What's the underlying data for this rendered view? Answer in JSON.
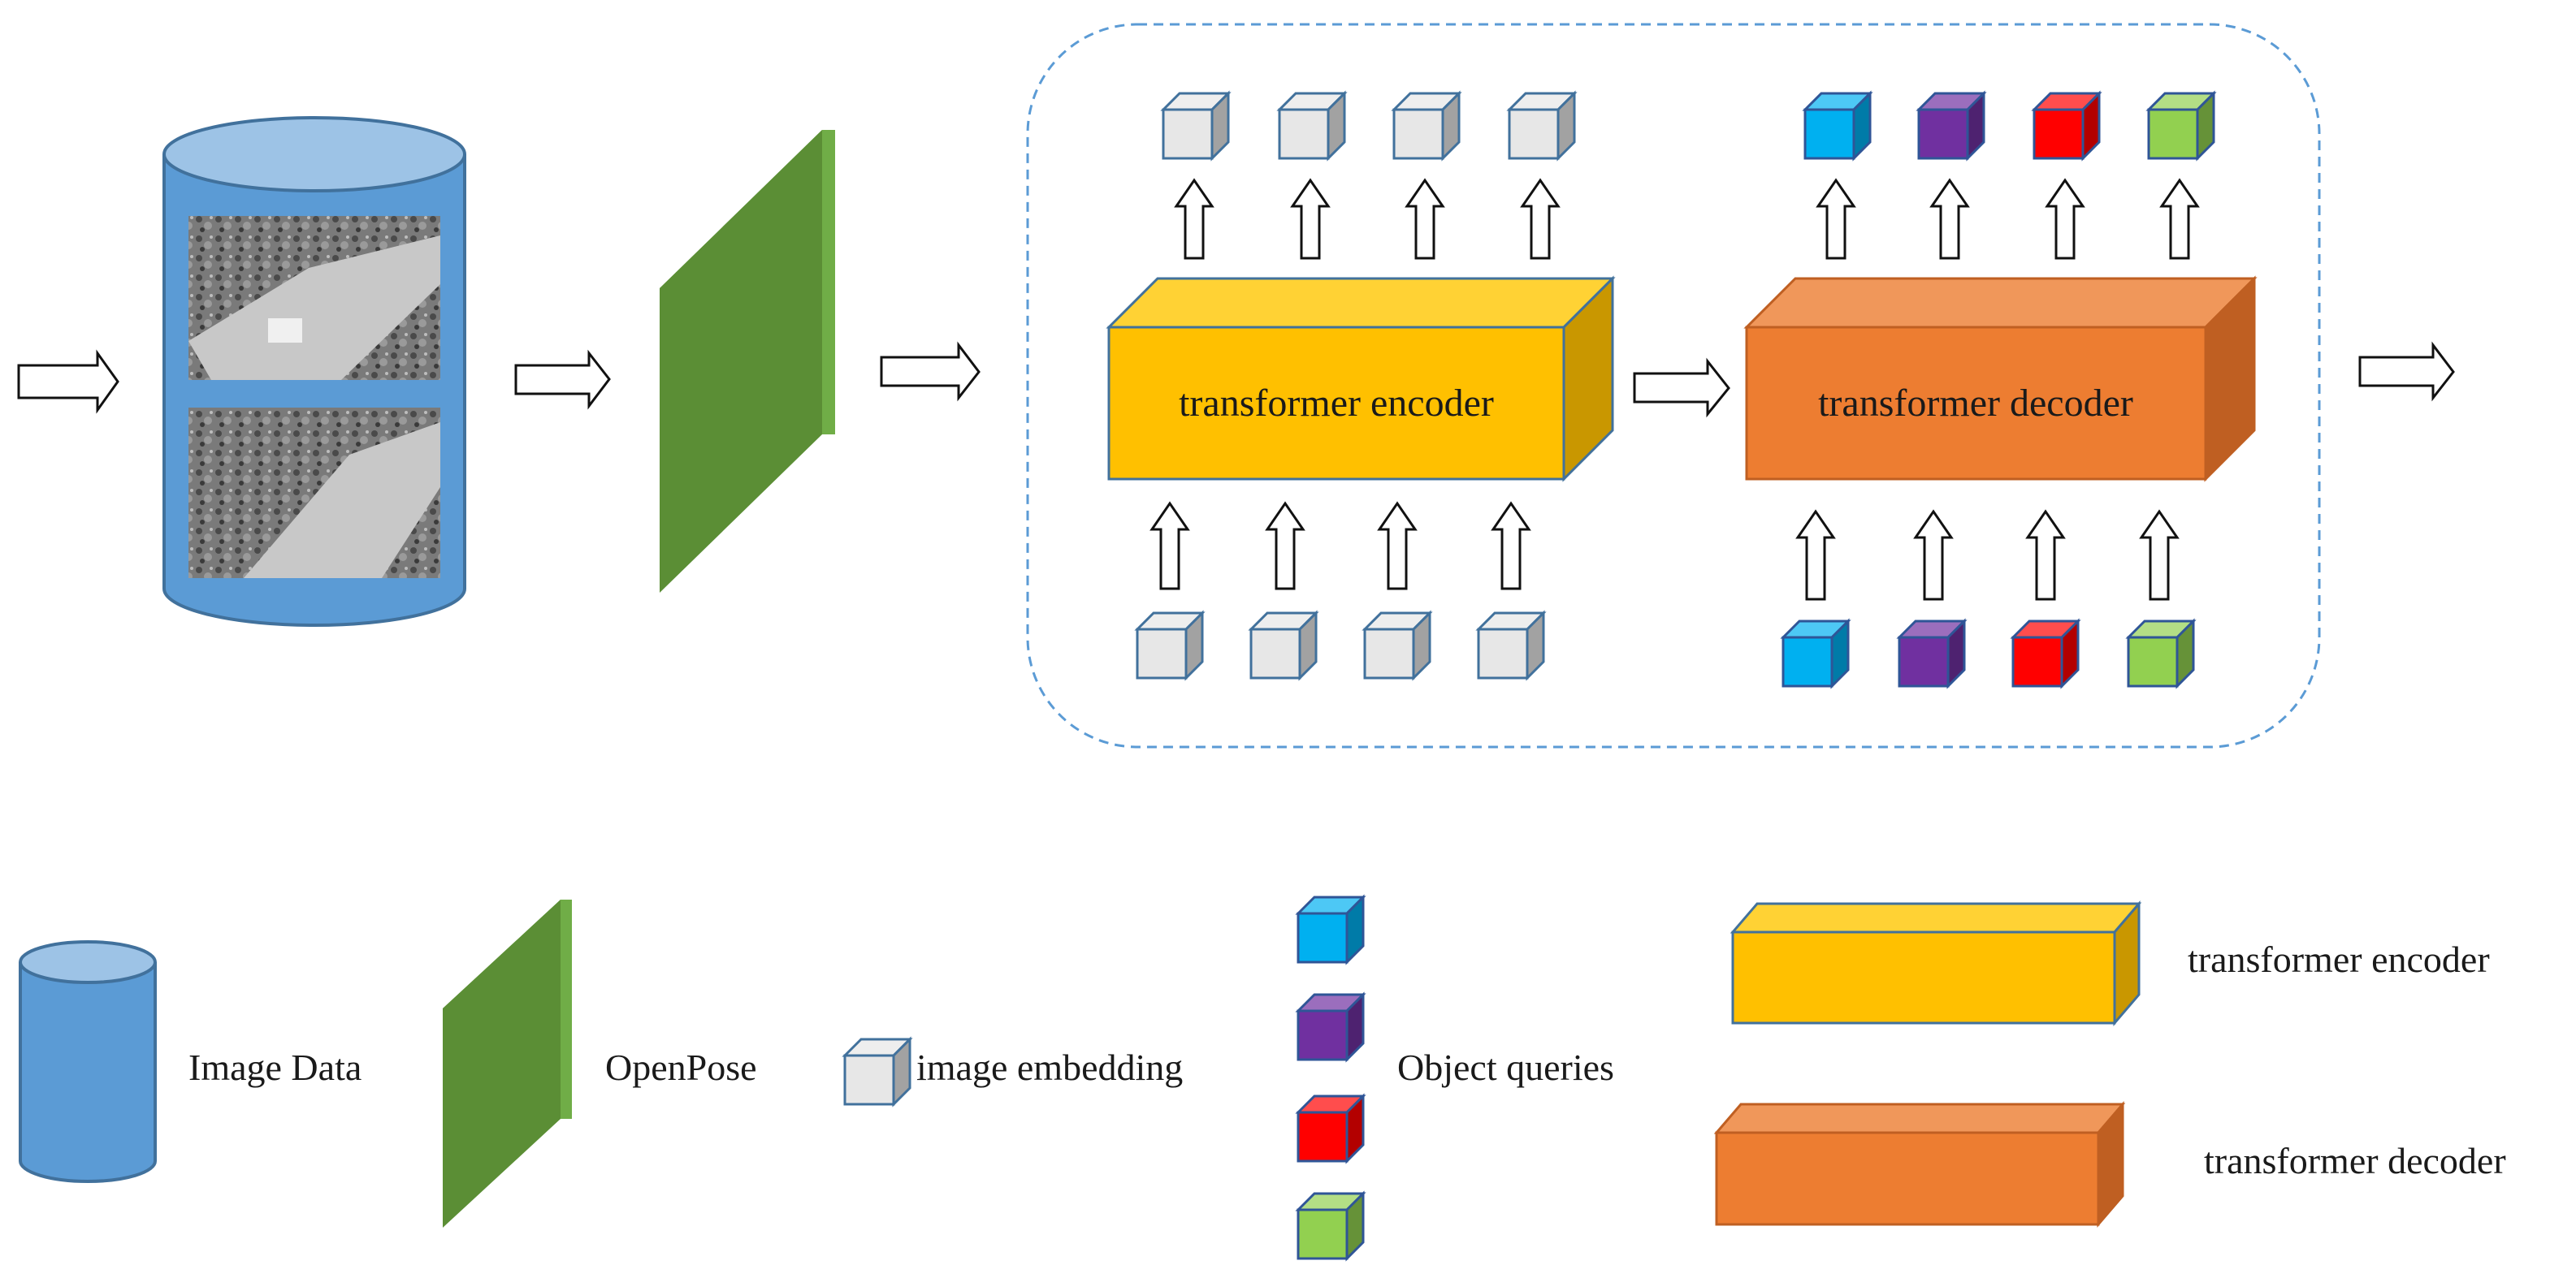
{
  "main": {
    "encoder_label": "transformer encoder",
    "decoder_label": "transformer decoder"
  },
  "legend": {
    "image_data": "Image Data",
    "openpose": "OpenPose",
    "image_embedding": "image embedding",
    "object_queries": "Object queries",
    "transformer_encoder": "transformer encoder",
    "transformer_decoder": "transformer decoder"
  },
  "colors": {
    "cylinder_body": "#5B9BD5",
    "cylinder_top": "#9DC3E6",
    "cylinder_stroke": "#41719C",
    "openpose_front": "#5B8E35",
    "openpose_edge": "#70AD47",
    "encoder_front": "#FFC000",
    "encoder_top": "#FFD234",
    "encoder_side": "#C99700",
    "decoder_front": "#ED7D31",
    "decoder_top": "#F0975A",
    "decoder_side": "#BF5F22",
    "embedding_cube": "#E7E7E7",
    "query_blue": "#00B0F0",
    "query_purple": "#7030A0",
    "query_red": "#FF0000",
    "query_green": "#92D050",
    "dashed_border": "#5B9BD5"
  }
}
